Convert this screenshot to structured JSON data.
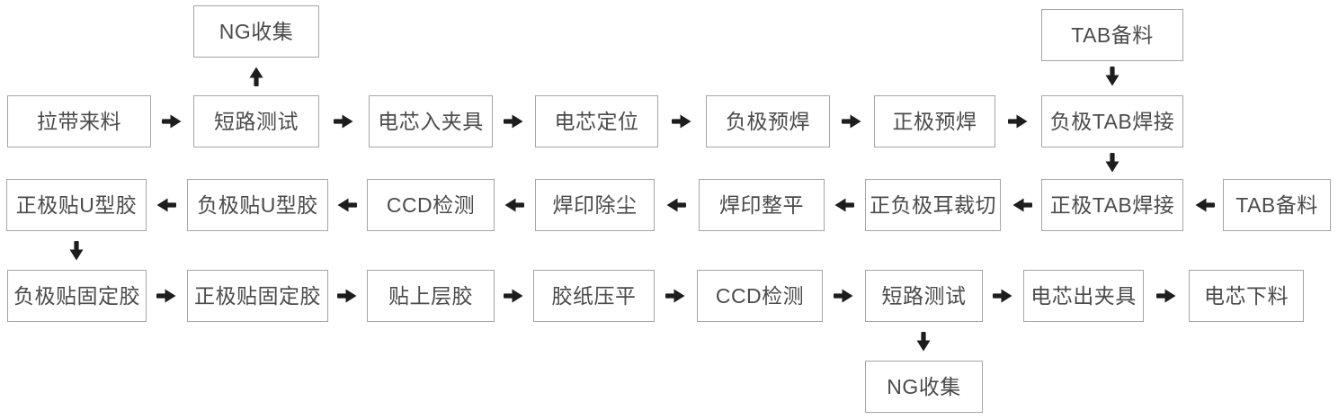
{
  "diagram": {
    "type": "process-flowchart",
    "language": "zh-CN",
    "colors": {
      "background": "#ffffff",
      "box_border": "#a5a5a5",
      "box_fill": "#ffffff",
      "text": "#4b4b4b",
      "arrow": "#1d1d1d"
    },
    "rows": {
      "r1": [
        "NG收集",
        "TAB备料"
      ],
      "r2": [
        "拉带来料",
        "短路测试",
        "电芯入夹具",
        "电芯定位",
        "负极预焊",
        "正极预焊",
        "负极TAB焊接"
      ],
      "r3": [
        "正极贴U型胶",
        "负极贴U型胶",
        "CCD检测",
        "焊印除尘",
        "焊印整平",
        "正负极耳裁切",
        "正极TAB焊接",
        "TAB备料"
      ],
      "r4": [
        "负极贴固定胶",
        "正极贴固定胶",
        "贴上层胶",
        "胶纸压平",
        "CCD检测",
        "短路测试",
        "电芯出夹具",
        "电芯下料"
      ],
      "r5": [
        "NG收集"
      ]
    },
    "connections": [
      {
        "from": "拉带来料",
        "to": "短路测试",
        "dir": "right"
      },
      {
        "from": "短路测试",
        "to": "NG收集",
        "dir": "up"
      },
      {
        "from": "短路测试",
        "to": "电芯入夹具",
        "dir": "right"
      },
      {
        "from": "电芯入夹具",
        "to": "电芯定位",
        "dir": "right"
      },
      {
        "from": "电芯定位",
        "to": "负极预焊",
        "dir": "right"
      },
      {
        "from": "负极预焊",
        "to": "正极预焊",
        "dir": "right"
      },
      {
        "from": "正极预焊",
        "to": "负极TAB焊接",
        "dir": "right"
      },
      {
        "from": "TAB备料",
        "to": "负极TAB焊接",
        "dir": "down"
      },
      {
        "from": "负极TAB焊接",
        "to": "正极TAB焊接",
        "dir": "down"
      },
      {
        "from": "TAB备料",
        "to": "正极TAB焊接",
        "dir": "left"
      },
      {
        "from": "正极TAB焊接",
        "to": "正负极耳裁切",
        "dir": "left"
      },
      {
        "from": "正负极耳裁切",
        "to": "焊印整平",
        "dir": "left"
      },
      {
        "from": "焊印整平",
        "to": "焊印除尘",
        "dir": "left"
      },
      {
        "from": "焊印除尘",
        "to": "CCD检测",
        "dir": "left"
      },
      {
        "from": "CCD检测",
        "to": "负极贴U型胶",
        "dir": "left"
      },
      {
        "from": "负极贴U型胶",
        "to": "正极贴U型胶",
        "dir": "left"
      },
      {
        "from": "正极贴U型胶",
        "to": "负极贴固定胶",
        "dir": "down"
      },
      {
        "from": "负极贴固定胶",
        "to": "正极贴固定胶",
        "dir": "right"
      },
      {
        "from": "正极贴固定胶",
        "to": "贴上层胶",
        "dir": "right"
      },
      {
        "from": "贴上层胶",
        "to": "胶纸压平",
        "dir": "right"
      },
      {
        "from": "胶纸压平",
        "to": "CCD检测",
        "dir": "right"
      },
      {
        "from": "CCD检测",
        "to": "短路测试",
        "dir": "right"
      },
      {
        "from": "短路测试",
        "to": "NG收集",
        "dir": "down"
      },
      {
        "from": "短路测试",
        "to": "电芯出夹具",
        "dir": "right"
      },
      {
        "from": "电芯出夹具",
        "to": "电芯下料",
        "dir": "right"
      }
    ]
  }
}
